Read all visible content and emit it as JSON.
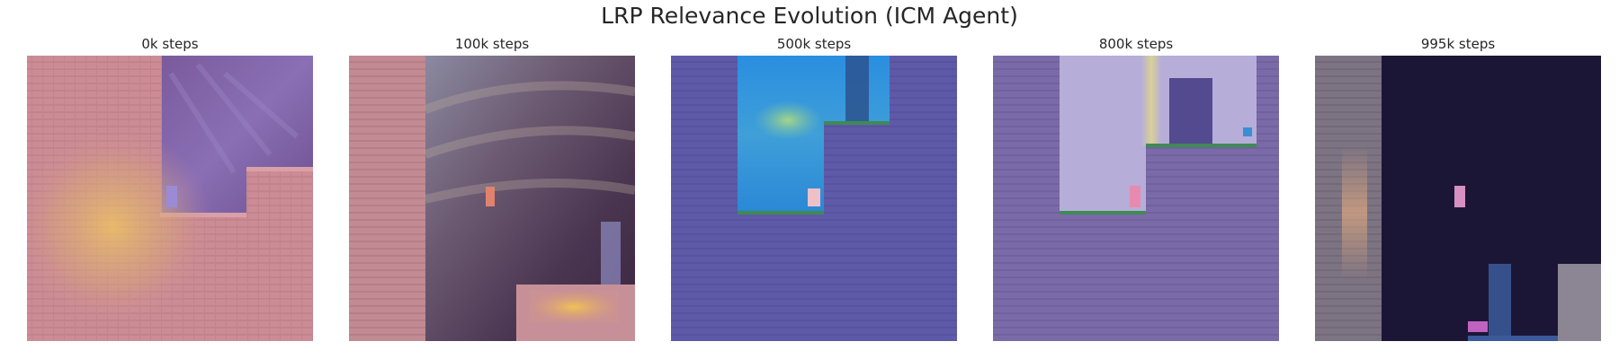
{
  "figure": {
    "title": "LRP Relevance Evolution (ICM Agent)"
  },
  "chart_data": {
    "type": "heatmap",
    "title": "LRP Relevance Evolution (ICM Agent)",
    "colors": {
      "wall_tile": "#cc8c96",
      "platform_edge": "#3f8a55",
      "relevance_hot": "#f5d25a",
      "relevance_cool": "#5b4fb0",
      "agent_pink": "#e07aa0"
    },
    "panels": [
      {
        "label": "0k steps",
        "steps": 0,
        "overlay_tint": "#cc8c96"
      },
      {
        "label": "100k steps",
        "steps": 100000,
        "overlay_tint": "#c28a92"
      },
      {
        "label": "500k steps",
        "steps": 500000,
        "overlay_tint": "#5e5aa8"
      },
      {
        "label": "800k steps",
        "steps": 800000,
        "overlay_tint": "#7a6aa8"
      },
      {
        "label": "995k steps",
        "steps": 995000,
        "overlay_tint": "#1c1636"
      }
    ]
  }
}
